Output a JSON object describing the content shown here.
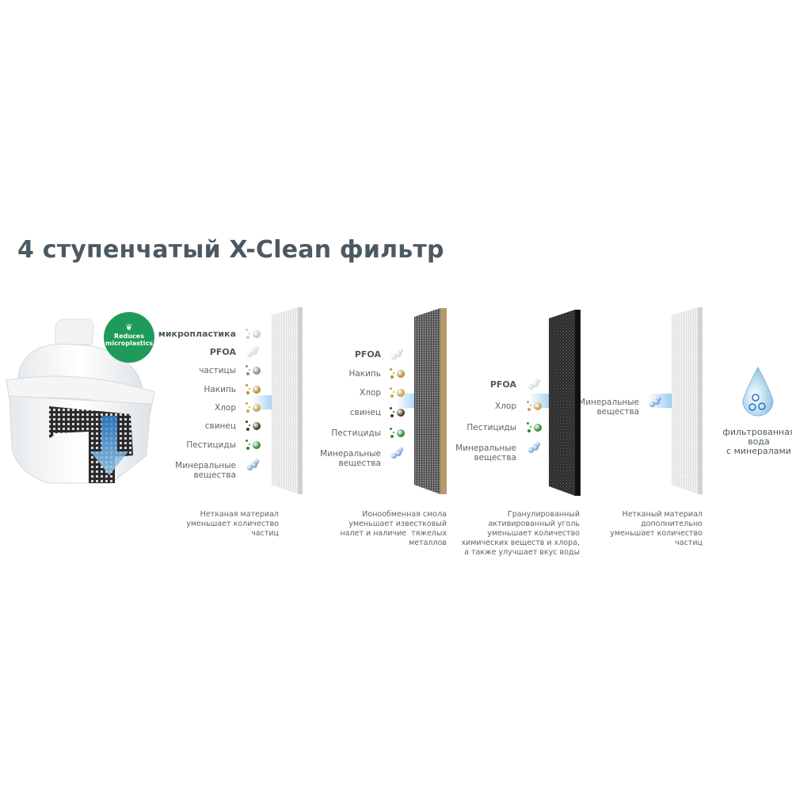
{
  "title": "4 ступенчатый X-Clean фильтр",
  "badge": {
    "text_line1": "Reduces",
    "text_line2": "microplastics",
    "color": "#1e9b5a"
  },
  "stages": [
    {
      "rows": [
        {
          "label": "микропластика",
          "bold": true,
          "kind": "micro"
        },
        {
          "label": "PFOA",
          "bold": true,
          "kind": "pfoa"
        },
        {
          "label": "частицы",
          "kind": "particles"
        },
        {
          "label": "Накипь",
          "kind": "scale"
        },
        {
          "label": "Хлор",
          "kind": "chlorine"
        },
        {
          "label": "свинец",
          "kind": "lead"
        },
        {
          "label": "Пестициды",
          "kind": "pesticides"
        },
        {
          "label": "Минеральные\nвещества",
          "kind": "minerals"
        }
      ],
      "caption": "Нетканая материал\nуменьшает количество\nчастиц"
    },
    {
      "rows": [
        {
          "label": "PFOA",
          "bold": true,
          "kind": "pfoa"
        },
        {
          "label": "Накипь",
          "kind": "scale"
        },
        {
          "label": "Хлор",
          "kind": "chlorine"
        },
        {
          "label": "свинец",
          "kind": "lead"
        },
        {
          "label": "Пестициды",
          "kind": "pesticides"
        },
        {
          "label": "Минеральные\nвещества",
          "kind": "minerals"
        }
      ],
      "caption": "Ионообменная смола\nуменьшает известковый\nналет и наличие  тяжелых\nметаллов"
    },
    {
      "rows": [
        {
          "label": "PFOA",
          "bold": true,
          "kind": "pfoa"
        },
        {
          "label": "Хлор",
          "kind": "chlorine"
        },
        {
          "label": "Пестициды",
          "kind": "pesticides"
        },
        {
          "label": "Минеральные\nвещества",
          "kind": "minerals"
        }
      ],
      "caption": "Гранулированный\nактивированный уголь\nуменьшает количество\nхимических веществ и хлора,\nа также улучшает вкус воды"
    },
    {
      "rows": [
        {
          "label": "Минеральные\nвещества",
          "kind": "minerals"
        }
      ],
      "caption": "Нетканый материал\nдополнительно\nуменьшает количество\nчастиц"
    }
  ],
  "result": "фильтрованная\nвода\nс минералами",
  "colors": {
    "micro": "#c8c8c8",
    "pfoa": "#b9c3cc",
    "particles": "#8f8a82",
    "scale": "#b8902a",
    "chlorine": "#c9a24a",
    "lead": "#4a3a1a",
    "pesticides": "#2f8a3a",
    "minerals": "#2f6fc0",
    "arrow": "#3aa0e6"
  }
}
